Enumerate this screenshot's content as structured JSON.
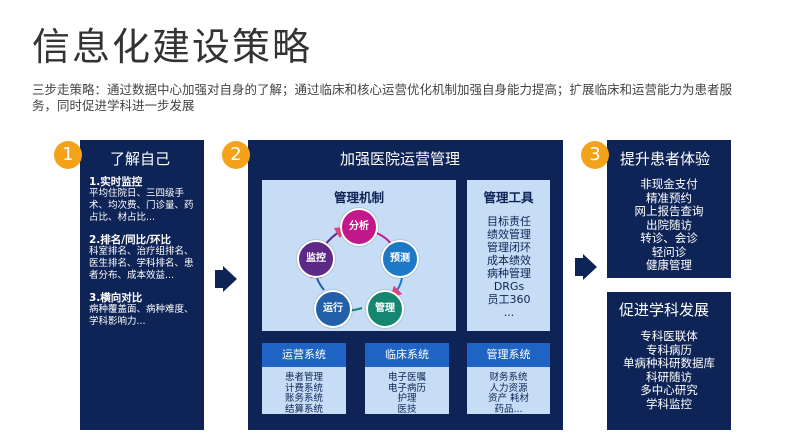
{
  "title": "信息化建设策略",
  "subtitle": "三步走策略：通过数据中心加强对自身的了解；通过临床和核心运营优化机制加强自身能力提高；扩展临床和运营能力为患者服务，同时促进学科进一步发展",
  "step1": {
    "number": "1",
    "title": "了解自己",
    "sections": [
      {
        "heading": "1.实时监控",
        "text": "平均住院日、三四级手术、均次费、门诊量、药占比、材占比..."
      },
      {
        "heading": "2.排名/同比/环比",
        "text": "科室排名、治疗组排名、医生排名、学科排名、患者分布、成本效益..."
      },
      {
        "heading": "3.横向对比",
        "text": "病种覆盖面、病种难度、学科影响力..."
      }
    ]
  },
  "step2": {
    "number": "2",
    "title": "加强医院运营管理",
    "mechanism": {
      "title": "管理机制",
      "nodes": [
        "分析",
        "预测",
        "管理",
        "运行",
        "监控"
      ]
    },
    "tools": {
      "title": "管理工具",
      "items": [
        "目标责任",
        "绩效管理",
        "管理闭环",
        "成本绩效",
        "病种管理",
        "DRGs",
        "员工360",
        "..."
      ]
    },
    "systems": [
      {
        "title": "运营系统",
        "items": [
          "患者管理",
          "计费系统",
          "账务系统",
          "结算系统"
        ]
      },
      {
        "title": "临床系统",
        "items": [
          "电子医嘱",
          "电子病历",
          "护理",
          "医技"
        ]
      },
      {
        "title": "管理系统",
        "items": [
          "财务系统",
          "人力资源",
          "资产 耗材",
          "药品..."
        ]
      }
    ]
  },
  "step3": {
    "number": "3",
    "title": "提升患者体验",
    "items": [
      "非现金支付",
      "精准预约",
      "网上报告查询",
      "出院随访",
      "转诊、会诊",
      "轻问诊",
      "健康管理"
    ]
  },
  "step4": {
    "title": "促进学科发展",
    "items": [
      "专科医联体",
      "专科病历",
      "单病种科研数据库",
      "科研随访",
      "多中心研究",
      "学科监控"
    ]
  },
  "colors": {
    "navy": "#0f2456",
    "badge": "#f4a21a",
    "light_blue": "#c7dcf5",
    "system_header": "#1f64c4",
    "node_analysis": "#c2188b",
    "node_predict": "#1e78c8",
    "node_manage": "#15866f",
    "node_run": "#2460a8",
    "node_monitor": "#5c2a86"
  }
}
